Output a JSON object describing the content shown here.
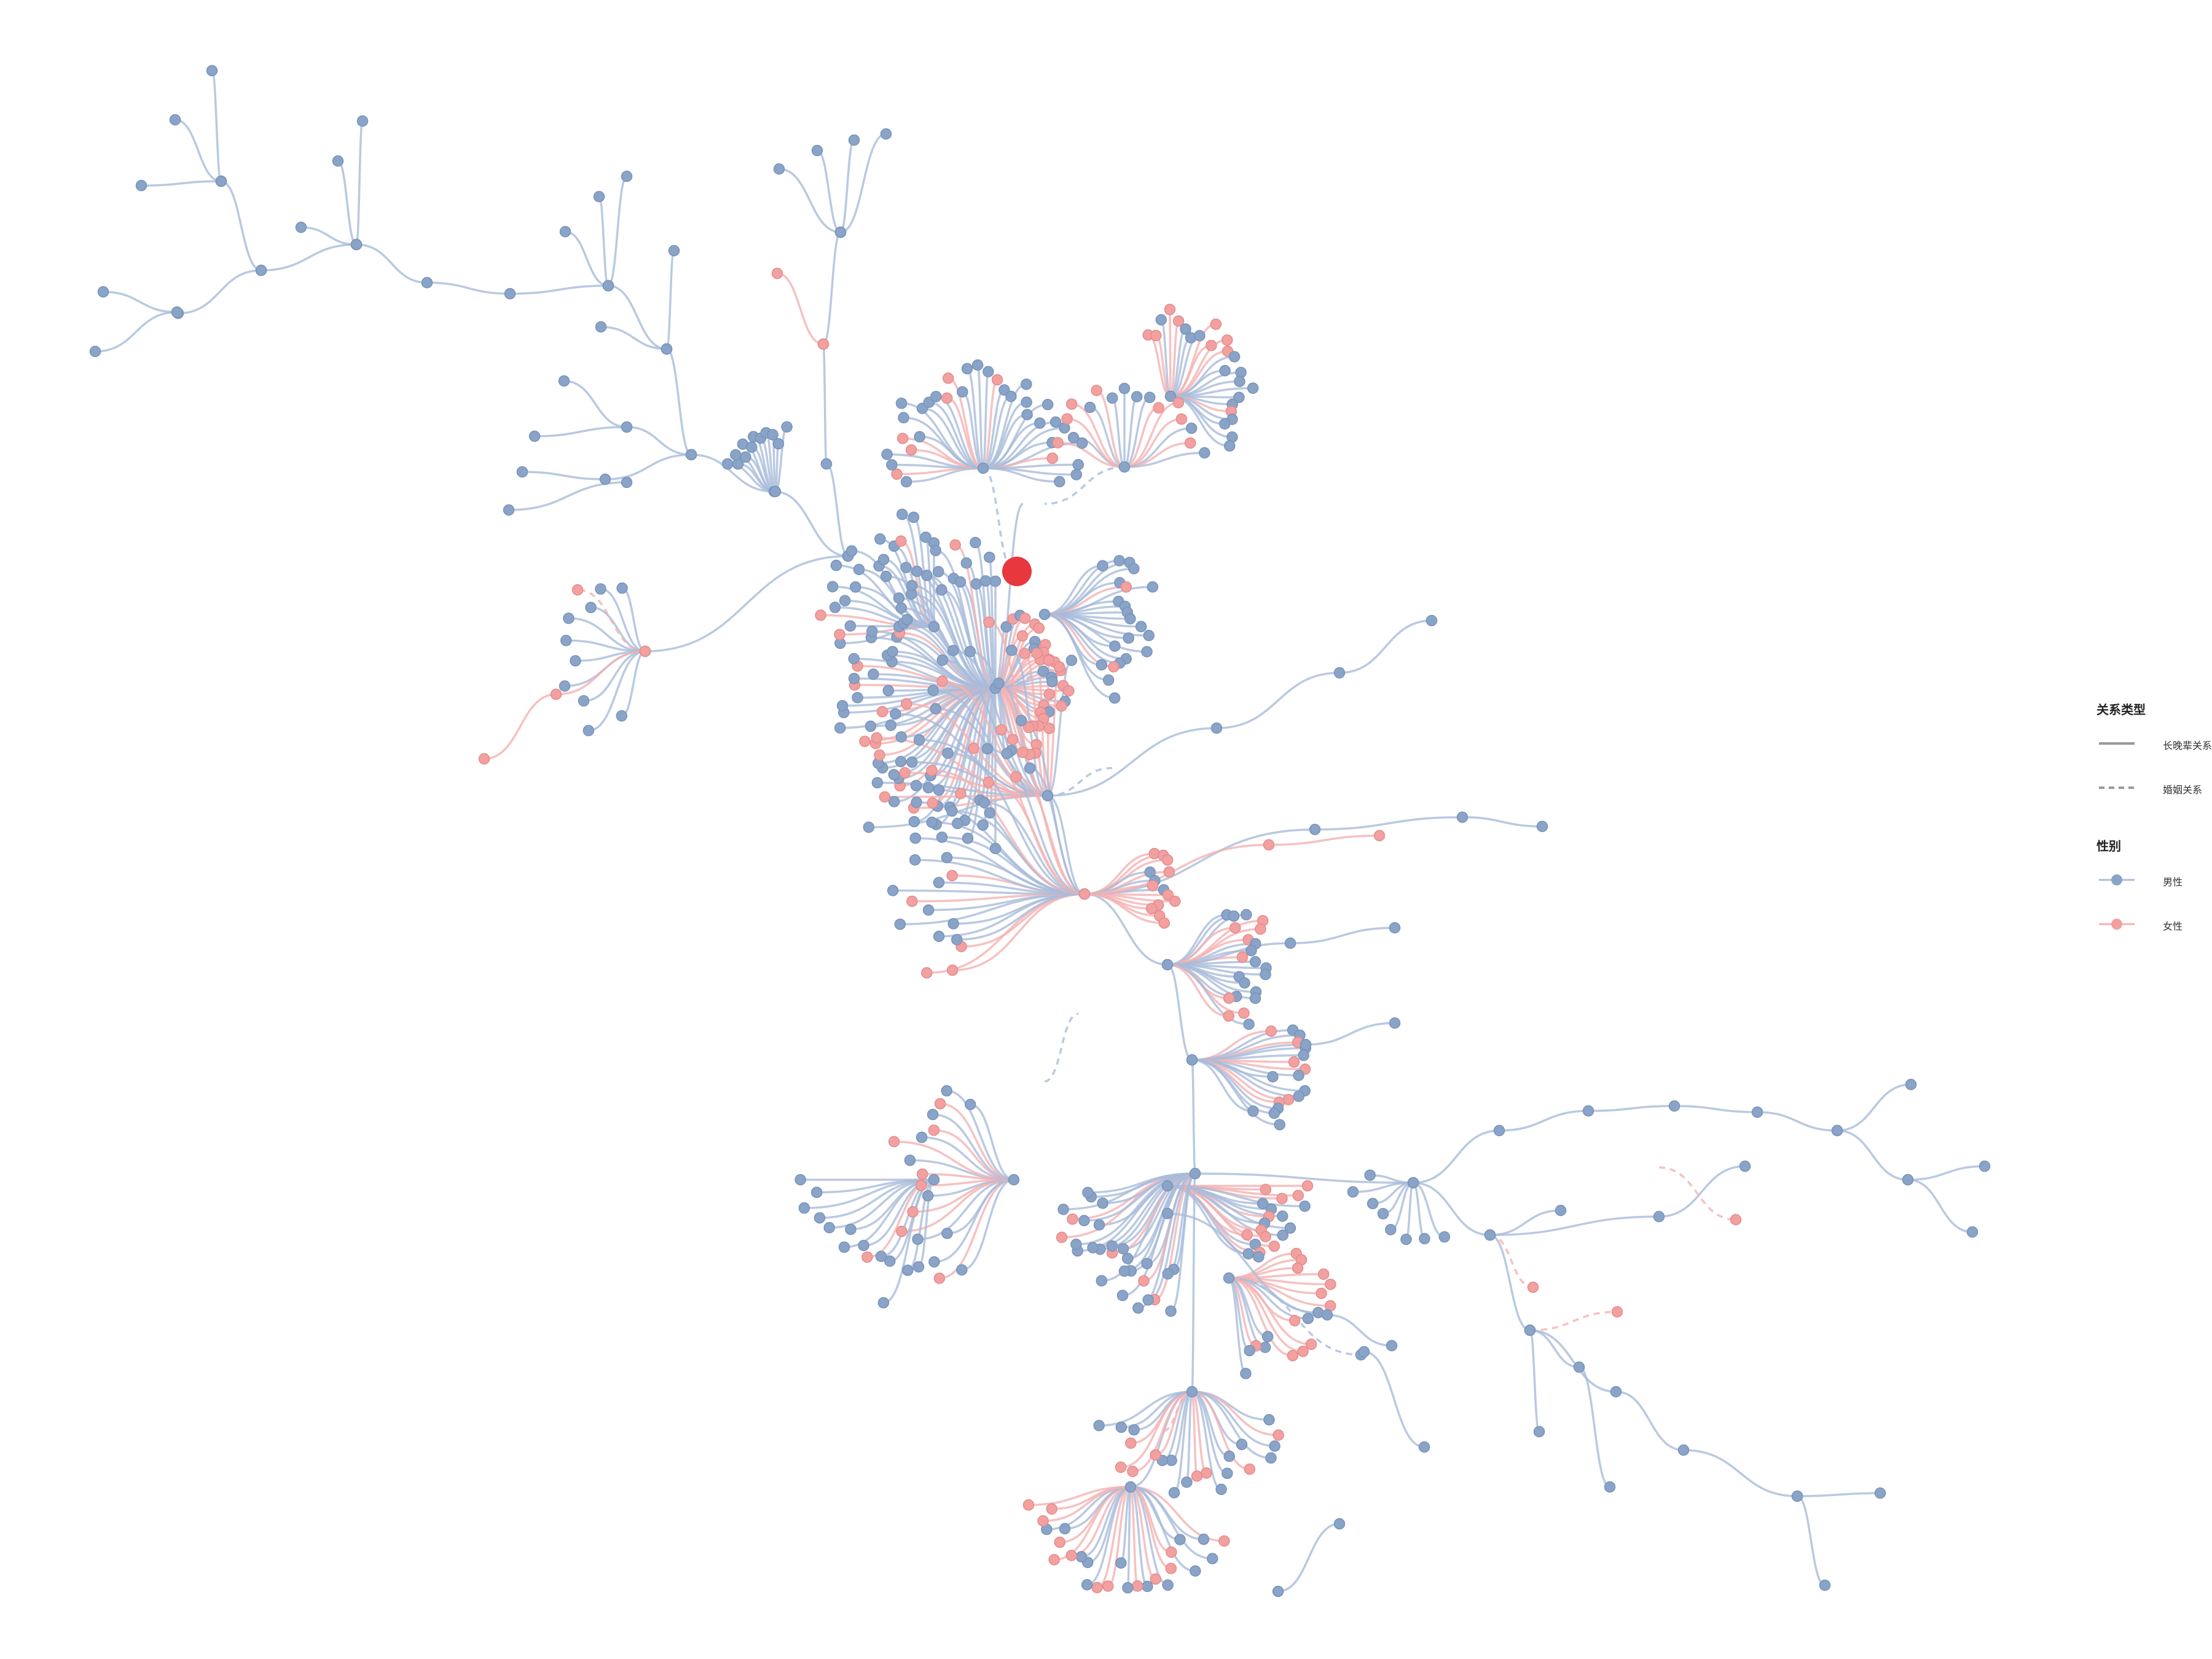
{
  "colors": {
    "male": "#8aa4c8",
    "male_edge": "#a9bcd9",
    "female": "#f2a0a0",
    "female_edge": "#f4b1b1",
    "focus": "#e8373d",
    "background": "#ffffff"
  },
  "legend": {
    "relation_title": "关系类型",
    "relation_items": [
      {
        "label": "长晚辈关系",
        "style": "solid"
      },
      {
        "label": "婚姻关系",
        "style": "dashed"
      }
    ],
    "gender_title": "性别",
    "gender_items": [
      {
        "label": "男性",
        "gender": "male"
      },
      {
        "label": "女性",
        "gender": "female"
      }
    ]
  },
  "focus_node": {
    "label": "",
    "gender": "female"
  }
}
